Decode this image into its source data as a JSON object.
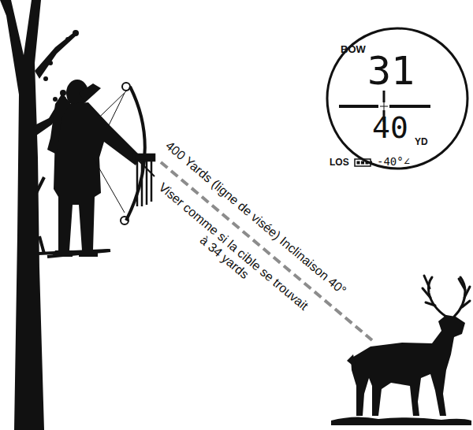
{
  "diagram": {
    "nodes": [
      {
        "text": [
          "BOW",
          "31",
          "40",
          "YD",
          "LOS",
          "-40°∠"
        ]
      }
    ],
    "labels": [
      "400 Yards (ligne de visée) Inclinaison 40°",
      "Viser comme si la cible se trouvait à 34 yards"
    ]
  }
}
